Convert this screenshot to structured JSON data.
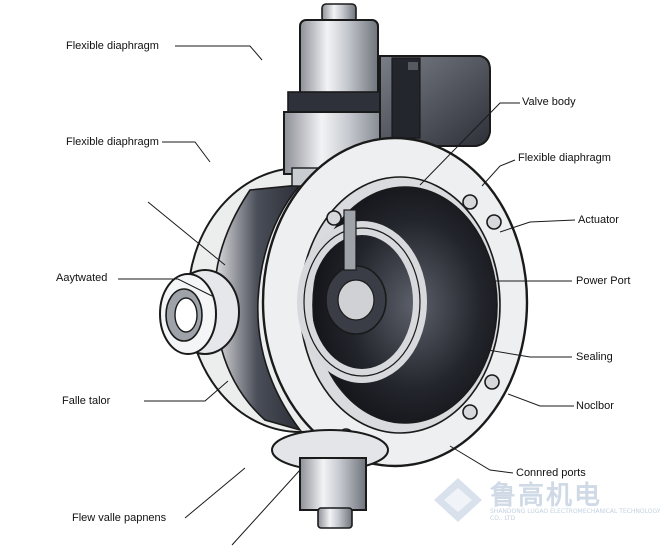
{
  "labels": {
    "flexible_diaphragm_1": "Flexible diaphragm",
    "flexible_diaphragm_2": "Flexible diaphragm",
    "flexible_diaphragm_3": "Flexible diaphragm",
    "valve_body": "Valve body",
    "actuator": "Actuator",
    "power_port": "Power Port",
    "sealing": "Sealing",
    "noclbor": "Noclbor",
    "connred_ports": "Connred ports",
    "aaytwated": "Aaytwated",
    "falle_talor": "Falle talor",
    "flew_valle_papnens": "Flew valle papnens"
  },
  "watermark": {
    "text": "鲁高机电",
    "subtext": "SHANDONG LUGAO ELECTROMECHANICAL TECHNOLOGY CO., LTD"
  },
  "colors": {
    "metal_light": "#e9eaec",
    "metal_mid": "#b9bcc2",
    "metal_dark": "#3a3d45",
    "interior": "#1c1e24",
    "outline": "#1a1a1a",
    "watermark": "#7f9fc2"
  }
}
